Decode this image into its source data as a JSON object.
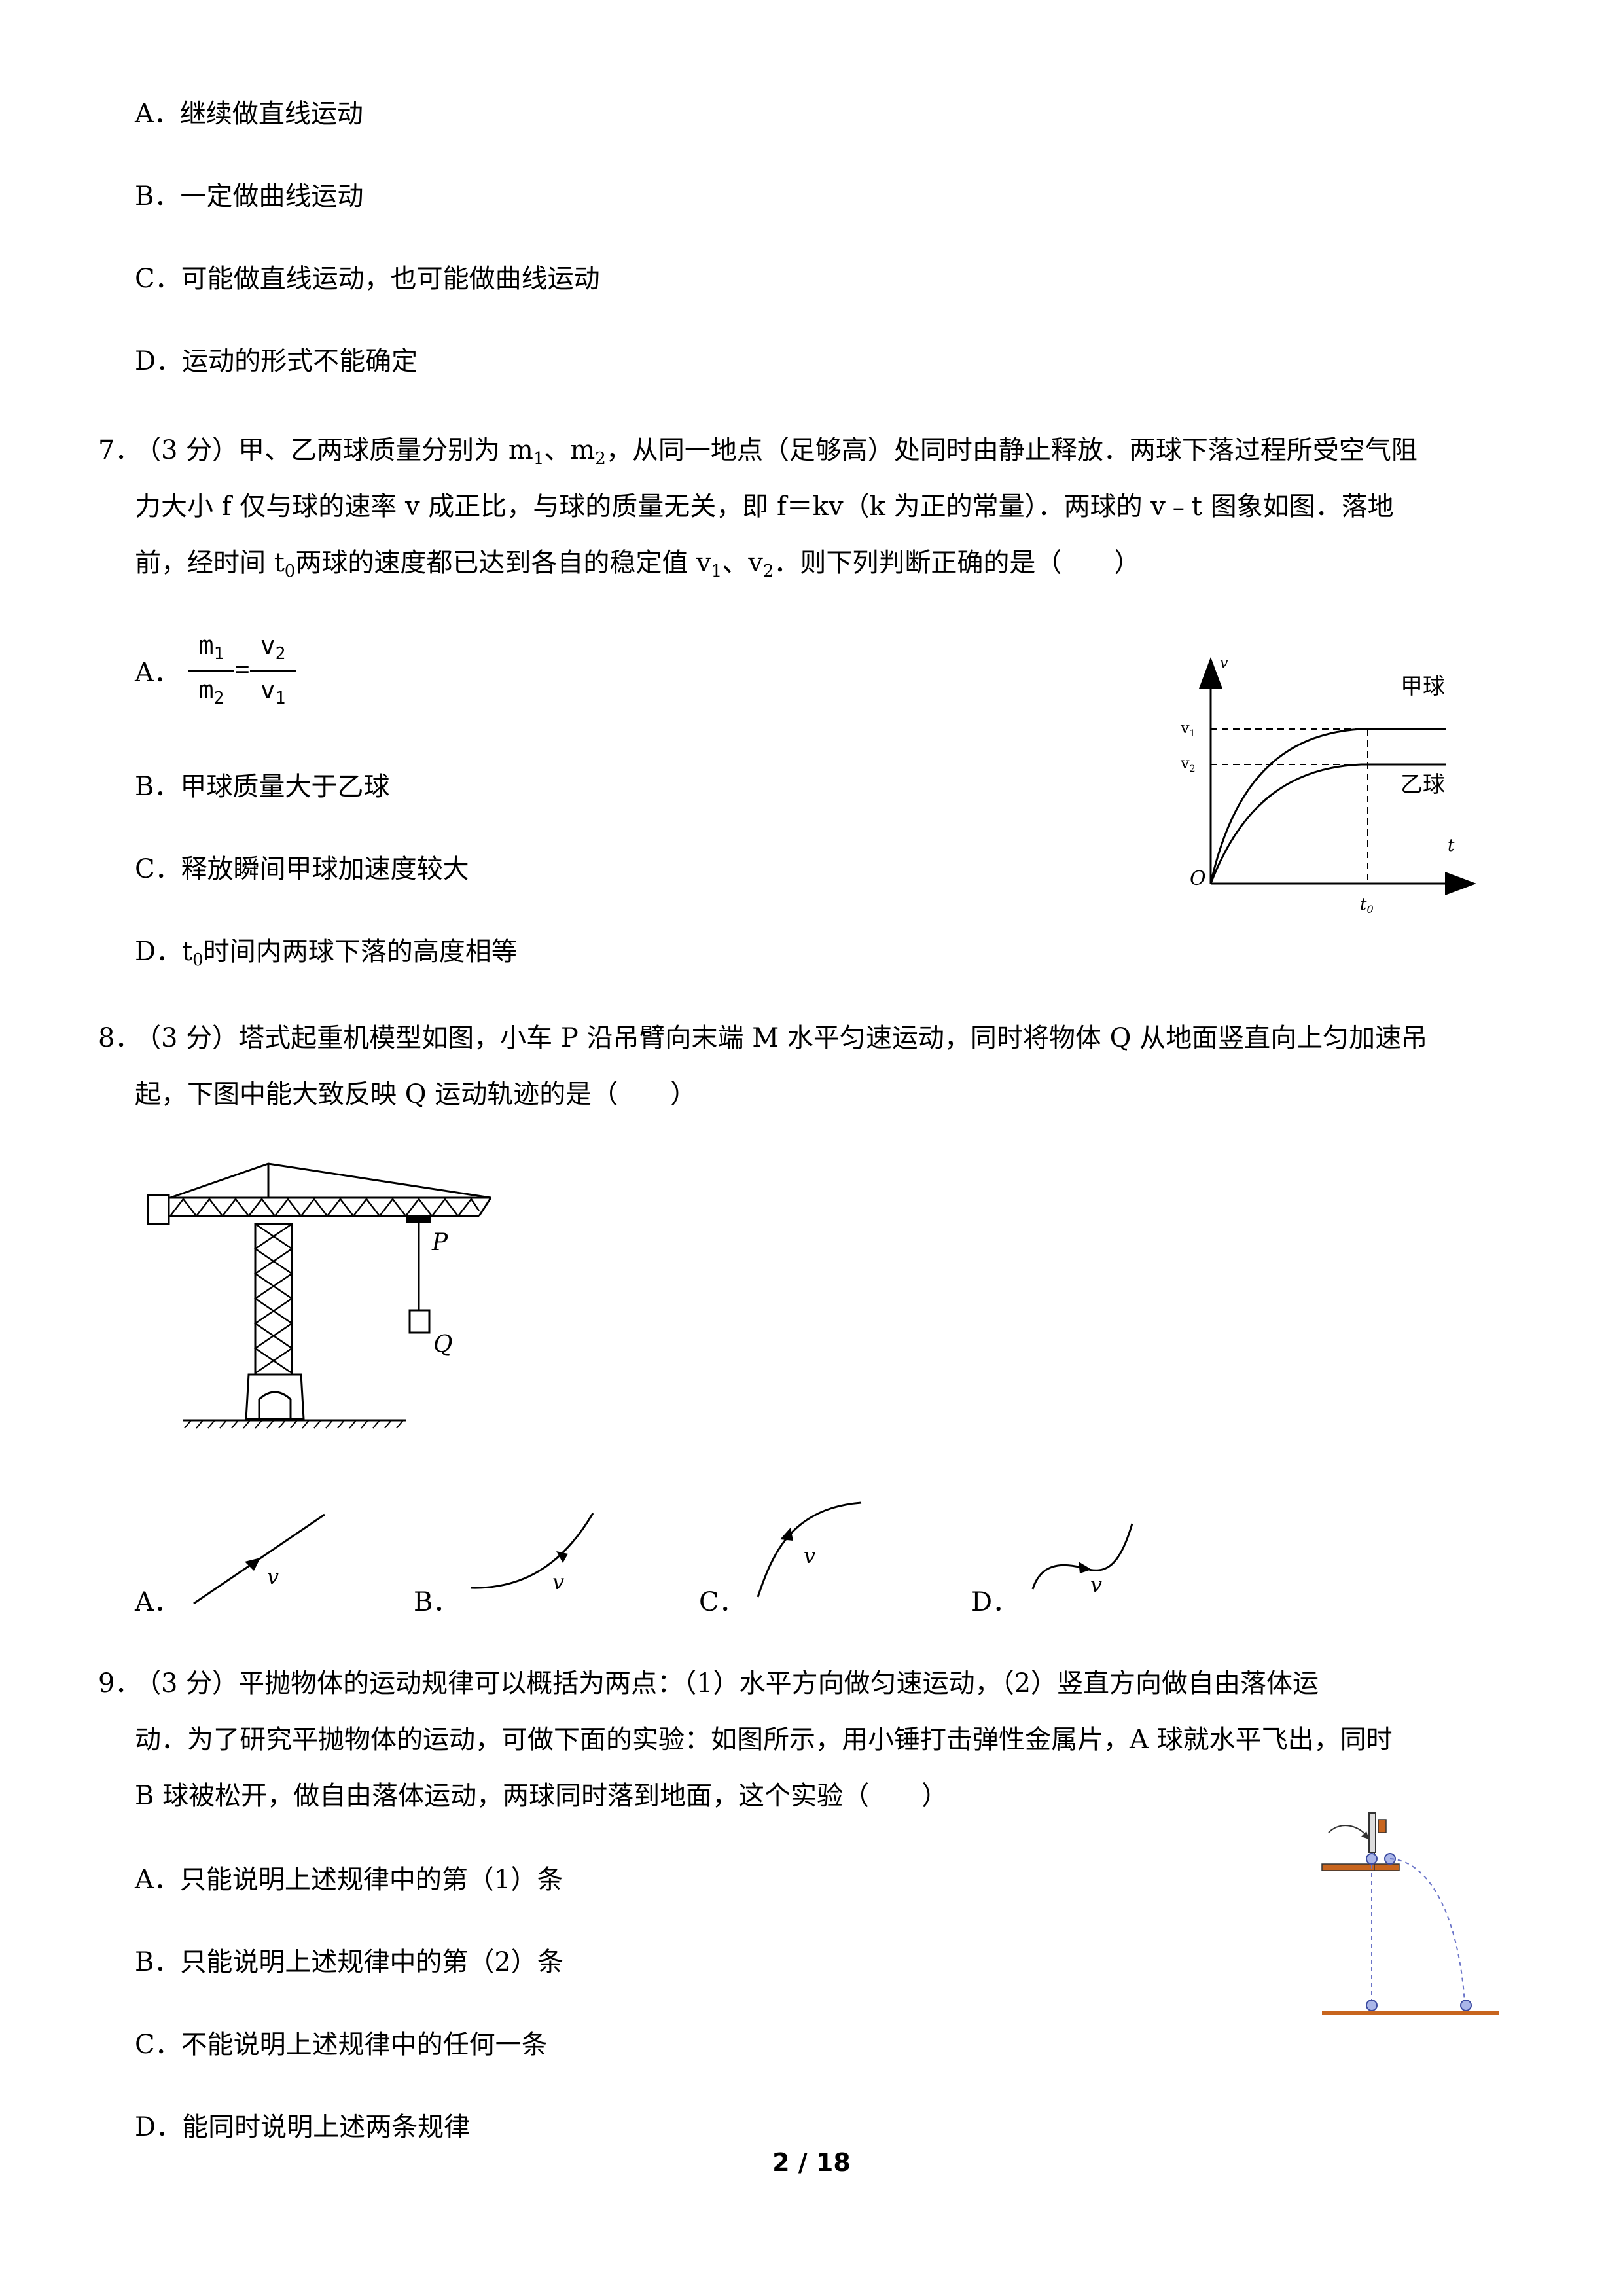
{
  "q6": {
    "options": [
      "A．继续做直线运动",
      "B．一定做曲线运动",
      "C．可能做直线运动，也可能做曲线运动",
      "D．运动的形式不能确定"
    ]
  },
  "q7": {
    "number": "7．",
    "lines": [
      "（3 分）甲、乙两球质量分别为 m",
      "力大小 f 仅与球的速率 v 成正比，与球的质量无关，即 f＝kv（k 为正的常量）．两球的 v﹣t 图象如图．落地",
      "前，经时间 t"
    ],
    "line1_sub1": "1",
    "line1_mid": "、m",
    "line1_sub2": "2",
    "line1_rest": "，从同一地点（足够高）处同时由静止释放．两球下落过程所受空气阻",
    "line3_sub0": "0",
    "line3_mid": "两球的速度都已达到各自的稳定值 v",
    "line3_sub1": "1",
    "line3_mid2": "、v",
    "line3_sub2": "2",
    "line3_rest": "．则下列判断正确的是（　　）",
    "option_a_label": "A．",
    "option_a_frac": {
      "m1": "m",
      "m1_sub": "1",
      "m2": "m",
      "m2_sub": "2",
      "eq": "=",
      "v2": "v",
      "v2_sub": "2",
      "v1": "v",
      "v1_sub": "1"
    },
    "option_b": "B．甲球质量大于乙球",
    "option_c": "C．释放瞬间甲球加速度较大",
    "option_d_pre": "D．t",
    "option_d_sub": "0",
    "option_d_rest": "时间内两球下落的高度相等",
    "graph": {
      "axis_v": "v",
      "axis_t": "t",
      "origin": "O",
      "v1": "v",
      "v1_sub": "1",
      "v2": "v",
      "v2_sub": "2",
      "t0": "t",
      "t0_sub": "0",
      "ball_a": "甲球",
      "ball_b": "乙球"
    }
  },
  "q8": {
    "number": "8．",
    "line1": "（3 分）塔式起重机模型如图，小车 P 沿吊臂向末端 M 水平匀速运动，同时将物体 Q 从地面竖直向上匀加速吊",
    "line2": "起，下图中能大致反映 Q 运动轨迹的是（　　）",
    "crane_p": "P",
    "crane_q": "Q",
    "options": [
      "A．",
      "B．",
      "C．",
      "D．"
    ],
    "v_label": "v"
  },
  "q9": {
    "number": "9．",
    "line1": "（3 分）平抛物体的运动规律可以概括为两点：（1）水平方向做匀速运动，（2）竖直方向做自由落体运",
    "line2": "动．为了研究平抛物体的运动，可做下面的实验：如图所示，用小锤打击弹性金属片，A 球就水平飞出，同时",
    "line3": "B 球被松开，做自由落体运动，两球同时落到地面，这个实验（　　）",
    "options": [
      "A．只能说明上述规律中的第（1）条",
      "B．只能说明上述规律中的第（2）条",
      "C．不能说明上述规律中的任何一条",
      "D．能同时说明上述两条规律"
    ]
  },
  "page_number": "2 / 18"
}
